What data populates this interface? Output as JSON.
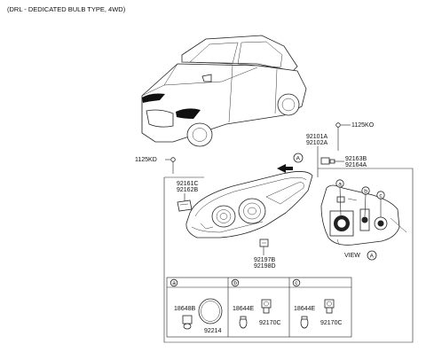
{
  "header": {
    "title": "(DRL - DEDICATED BULB TYPE, 4WD)"
  },
  "labels": {
    "p1125KO": "1125KO",
    "p1125KD": "1125KD",
    "p92101A": "92101A",
    "p92102A": "92102A",
    "p92163B": "92163B",
    "p92164A": "92164A",
    "p92161C": "92161C",
    "p92162B": "92162B",
    "p92197B": "92197B",
    "p92198D": "92198D",
    "view": "VIEW",
    "view_ref": "A",
    "arrow_ref": "A",
    "callout_a": "a",
    "callout_b": "b",
    "callout_c": "c"
  },
  "boxes": [
    {
      "letter": "a",
      "part1": "18648B",
      "part2": "92214"
    },
    {
      "letter": "b",
      "part1": "18644E",
      "part2": "92170C"
    },
    {
      "letter": "c",
      "part1": "18644E",
      "part2": "92170C"
    }
  ]
}
